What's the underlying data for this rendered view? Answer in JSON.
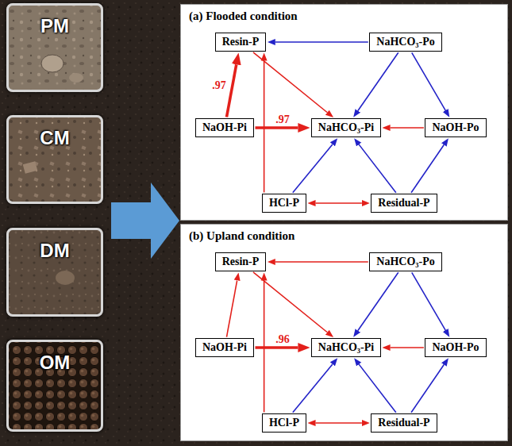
{
  "diagram": {
    "nodes": [
      {
        "text": [
          "PM"
        ]
      },
      {
        "text": [
          "CM"
        ]
      },
      {
        "text": [
          "DM"
        ]
      },
      {
        "text": [
          "OM"
        ]
      },
      {
        "text": [
          "(a) Flooded condition"
        ]
      },
      {
        "text": [
          "Resin-P"
        ],
        "in": 4
      },
      {
        "text": [
          "NaHCO₃-Po"
        ],
        "in": 4
      },
      {
        "text": [
          "NaOH-Pi"
        ],
        "in": 4
      },
      {
        "text": [
          "NaHCO₃-Pi"
        ],
        "in": 4
      },
      {
        "text": [
          "NaOH-Po"
        ],
        "in": 4
      },
      {
        "text": [
          "HCl-P"
        ],
        "in": 4
      },
      {
        "text": [
          "Residual-P"
        ],
        "in": 4
      },
      {
        "text": [
          "(b) Upland condition"
        ]
      },
      {
        "text": [
          "Resin-P"
        ],
        "in": 12
      },
      {
        "text": [
          "NaHCO₃-Po"
        ],
        "in": 12
      },
      {
        "text": [
          "NaOH-Pi"
        ],
        "in": 12
      },
      {
        "text": [
          "NaHCO₃-Pi"
        ],
        "in": 12
      },
      {
        "text": [
          "NaOH-Po"
        ],
        "in": 12
      },
      {
        "text": [
          "HCl-P"
        ],
        "in": 12
      },
      {
        "text": [
          "Residual-P"
        ],
        "in": 12
      }
    ],
    "edges": [
      {
        "from": 6,
        "to": 5,
        "arrow": "to"
      },
      {
        "from": 7,
        "to": 5,
        "label": ".97",
        "arrow": "to"
      },
      {
        "from": 7,
        "to": 8,
        "label": ".97",
        "arrow": "to"
      },
      {
        "from": 10,
        "to": 5,
        "arrow": "to"
      },
      {
        "from": 5,
        "to": 8,
        "arrow": "to"
      },
      {
        "from": 6,
        "to": 8,
        "arrow": "to"
      },
      {
        "from": 9,
        "to": 8,
        "arrow": "to"
      },
      {
        "from": 6,
        "to": 9,
        "arrow": "to"
      },
      {
        "from": 10,
        "to": 8,
        "arrow": "to"
      },
      {
        "from": 11,
        "to": 8,
        "arrow": "to"
      },
      {
        "from": 11,
        "to": 9,
        "arrow": "to"
      },
      {
        "from": 10,
        "to": 11,
        "arrow": "both"
      },
      {
        "from": 14,
        "to": 13,
        "arrow": "to"
      },
      {
        "from": 15,
        "to": 13,
        "arrow": "to"
      },
      {
        "from": 15,
        "to": 16,
        "label": ".96",
        "arrow": "to"
      },
      {
        "from": 18,
        "to": 13,
        "arrow": "to"
      },
      {
        "from": 13,
        "to": 16,
        "arrow": "to"
      },
      {
        "from": 14,
        "to": 16,
        "arrow": "to"
      },
      {
        "from": 17,
        "to": 16,
        "arrow": "to"
      },
      {
        "from": 14,
        "to": 17,
        "arrow": "to"
      },
      {
        "from": 18,
        "to": 16,
        "arrow": "to"
      },
      {
        "from": 19,
        "to": 16,
        "arrow": "to"
      },
      {
        "from": 19,
        "to": 17,
        "arrow": "to"
      },
      {
        "from": 18,
        "to": 19,
        "arrow": "both"
      }
    ]
  }
}
